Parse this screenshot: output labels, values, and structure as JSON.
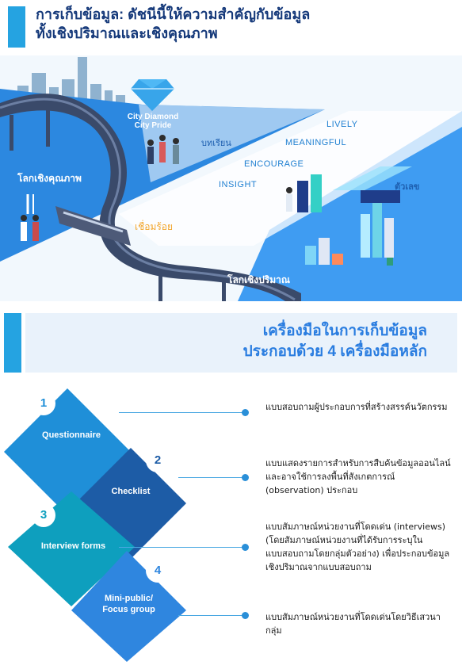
{
  "header": {
    "title_line1": "การเก็บข้อมูล: ดัชนีนี้ให้ความสำคัญกับข้อมูล",
    "title_line2": "ทั้งเชิงปริมาณและเชิงคุณภาพ"
  },
  "hero": {
    "brand_line1": "City Diamond",
    "brand_line2": "City Pride",
    "qualitative_label": "โลกเชิงคุณภาพ",
    "quantitative_label": "โลกเชิงปริมาณ",
    "lessons_label": "บทเรียน",
    "numbers_label": "ตัวเลข",
    "connect_label": "เชื่อมร้อย",
    "words": [
      "LIVELY",
      "MEANINGFUL",
      "ENCOURAGE",
      "INSIGHT"
    ]
  },
  "tools": {
    "title_line1": "เครื่องมือในการเก็บข้อมูล",
    "title_line2": "ประกอบด้วย 4 เครื่องมือหลัก",
    "items": [
      {
        "number": "1",
        "name": "Questionnaire",
        "description": "แบบสอบถามผู้ประกอบการที่สร้างสรรค์นวัตกรรม"
      },
      {
        "number": "2",
        "name": "Checklist",
        "description": "แบบแสดงรายการสำหรับการสืบค้นข้อมูลออนไลน์ และอาจใช้การลงพื้นที่สังเกตการณ์ (observation) ประกอบ"
      },
      {
        "number": "3",
        "name": "Interview forms",
        "description": "แบบสัมภาษณ์หน่วยงานที่โดดเด่น (interviews) (โดยสัมภาษณ์หน่วยงานที่ได้รับการระบุในแบบสอบถามโดยกลุ่มตัวอย่าง) เพื่อประกอบข้อมูลเชิงปริมาณจากแบบสอบถาม"
      },
      {
        "number": "4",
        "name_line1": "Mini-public/",
        "name_line2": "Focus group",
        "description": "แบบสัมภาษณ์หน่วยงานที่โดดเด่นโดยวิธีเสวนากลุ่ม"
      }
    ]
  },
  "colors": {
    "accent": "#25a3e1",
    "title_dark": "#15397a",
    "tools_title": "#2a7de0",
    "piece1": "#1f8fd8",
    "piece2": "#1d5ca6",
    "piece3": "#0e9fbe",
    "piece4": "#2f86df"
  }
}
